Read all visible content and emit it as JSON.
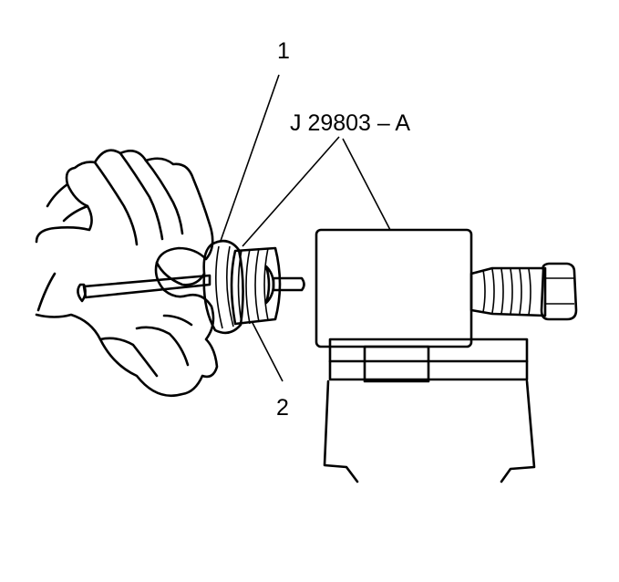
{
  "callouts": {
    "part1": "1",
    "part2": "2",
    "tool": "J 29803 – A"
  },
  "colors": {
    "ink": "#000000",
    "paper": "#ffffff",
    "stipple": "#000000"
  }
}
